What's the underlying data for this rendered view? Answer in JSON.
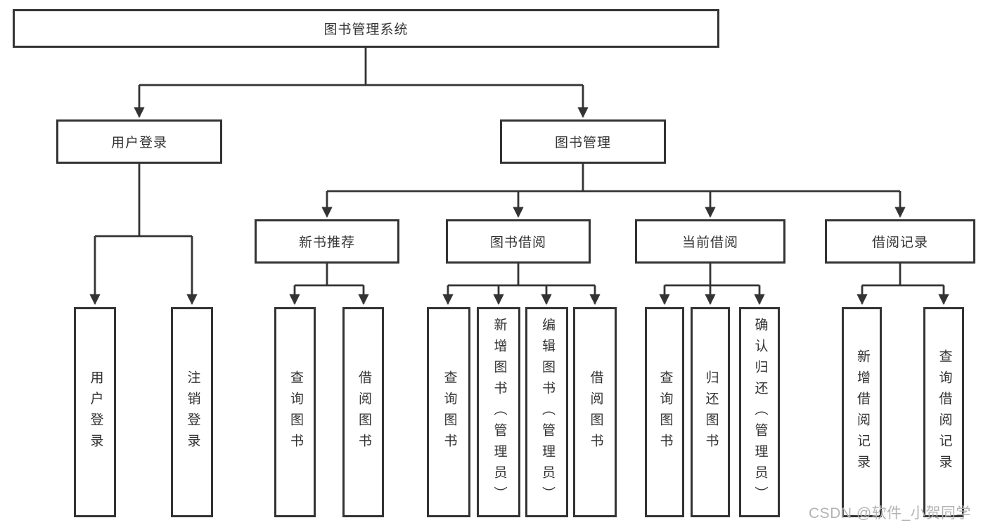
{
  "tree": {
    "root": {
      "label": "图书管理系统",
      "children": [
        {
          "label": "用户登录",
          "children": [
            {
              "label": "用户登录"
            },
            {
              "label": "注销登录"
            }
          ]
        },
        {
          "label": "图书管理",
          "children": [
            {
              "label": "新书推荐",
              "children": [
                {
                  "label": "查询图书"
                },
                {
                  "label": "借阅图书"
                }
              ]
            },
            {
              "label": "图书借阅",
              "children": [
                {
                  "label": "查询图书"
                },
                {
                  "label": "新增图书（管理员）"
                },
                {
                  "label": "编辑图书（管理员）"
                },
                {
                  "label": "借阅图书"
                }
              ]
            },
            {
              "label": "当前借阅",
              "children": [
                {
                  "label": "查询图书"
                },
                {
                  "label": "归还图书"
                },
                {
                  "label": "确认归还（管理员）"
                }
              ]
            },
            {
              "label": "借阅记录",
              "children": [
                {
                  "label": "新增借阅记录"
                },
                {
                  "label": "查询借阅记录"
                }
              ]
            }
          ]
        }
      ]
    }
  },
  "watermark": {
    "text": "CSDN @软件_小贺同学"
  },
  "colors": {
    "line": "#333333",
    "border": "#333333",
    "text": "#333333",
    "background": "#ffffff",
    "watermark": "#b3b3b3"
  }
}
